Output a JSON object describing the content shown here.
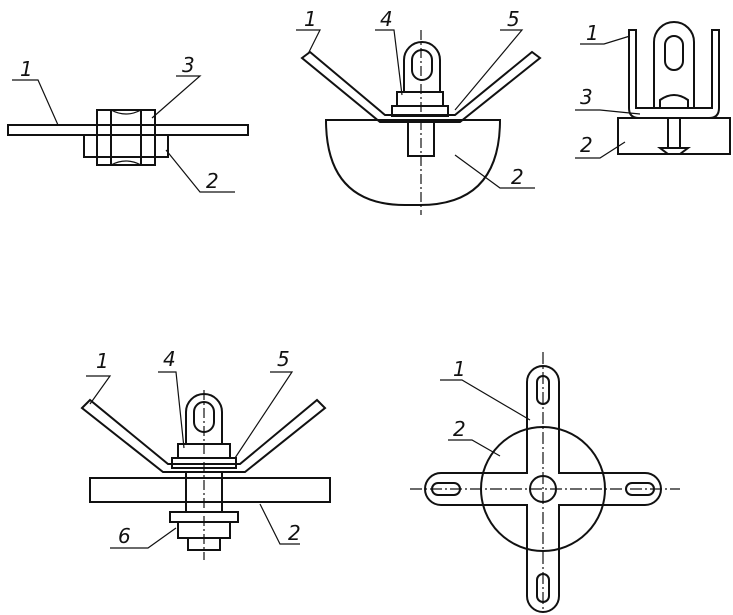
{
  "figures": [
    {
      "id": "fig-a",
      "labels": [
        "1",
        "3",
        "2"
      ]
    },
    {
      "id": "fig-b",
      "labels": [
        "1",
        "4",
        "5",
        "2"
      ]
    },
    {
      "id": "fig-c",
      "labels": [
        "1",
        "3",
        "2"
      ]
    },
    {
      "id": "fig-d",
      "labels": [
        "1",
        "4",
        "5",
        "6",
        "2"
      ]
    },
    {
      "id": "fig-e",
      "labels": [
        "1",
        "2"
      ]
    }
  ]
}
